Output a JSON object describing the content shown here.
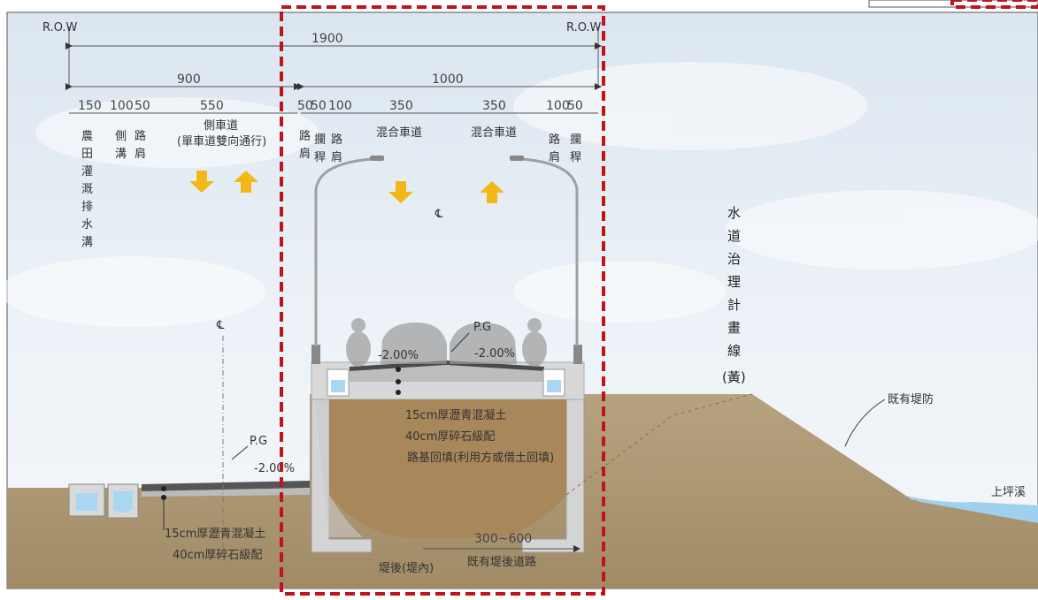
{
  "row_left": "R.O.W",
  "row_right": "R.O.W",
  "total_width": "1900",
  "left_width": "900",
  "right_width": "1000",
  "left_segments": [
    "150",
    "100",
    "50",
    "550"
  ],
  "side_road_label": "側車道",
  "side_road_note": "(單車道雙向通行)",
  "farm_ditch_chars": [
    "農",
    "田",
    "灌",
    "溉",
    "排",
    "水",
    "溝"
  ],
  "side_ditch_chars": [
    "側",
    "溝"
  ],
  "shoulder_chars": [
    "路",
    "肩"
  ],
  "right_segments": [
    "50",
    "50",
    "100",
    "350",
    "350",
    "100",
    "50"
  ],
  "rail_chars": [
    "攔",
    "稈"
  ],
  "mixed_lane_label": "混合車道",
  "centerline_symbol": "℄",
  "pg_label": "P.G",
  "slope_label": "-2.00%",
  "pavement_labels": [
    "15cm厚瀝青混凝土",
    "40cm厚碎石級配",
    "路基回填(利用方或借土回填)"
  ],
  "pavement_labels_left": [
    "15cm厚瀝青混凝土",
    "40cm厚碎石級配"
  ],
  "waterway_chars": [
    "水",
    "道",
    "治",
    "理",
    "計",
    "畫",
    "線",
    "(黃)"
  ],
  "existing_levee": "既有堤防",
  "creek": "上坪溪",
  "behind_levee": "堤後(堤內)",
  "existing_road_width": "300~600",
  "existing_road_label": "既有堤後道路",
  "colors": {
    "soil": "#b09a78",
    "concrete": "#d4d4d4",
    "asphalt": "#555555",
    "water": "#8fc6e6",
    "arrow": "#f2b817",
    "highlight": "#c0141c",
    "sky": "#e6eef6"
  }
}
